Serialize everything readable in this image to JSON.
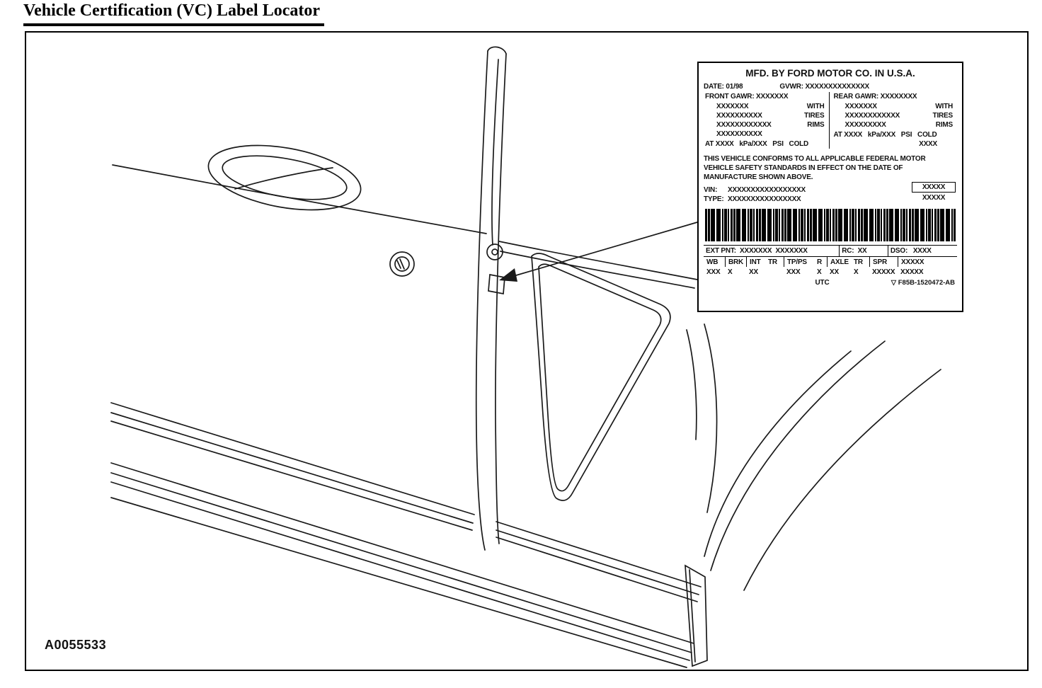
{
  "page": {
    "title": "Vehicle Certification (VC) Label Locator",
    "figure_code": "A0055533"
  },
  "vc_label": {
    "header": "MFD. BY FORD MOTOR CO. IN U.S.A.",
    "date_label": "DATE:",
    "date_value": " 01/98",
    "gvwr_label": "GVWR:",
    "gvwr_value": " XXXXXXXXXXXXXX",
    "front_axle": {
      "gawr_label": "FRONT GAWR:",
      "gawr_value": " XXXXXXX",
      "lines": [
        "XXXXXXX",
        "XXXXXXXXXX",
        "XXXXXXXXXXXX",
        "XXXXXXXXXX"
      ],
      "words": [
        "WITH",
        "TIRES",
        "RIMS"
      ],
      "pressure": "AT XXXX   kPa/XXX   PSI   COLD"
    },
    "rear_axle": {
      "gawr_label": "REAR GAWR:",
      "gawr_value": " XXXXXXXX",
      "lines": [
        "XXXXXXX",
        "XXXXXXXXXXXX",
        "XXXXXXXXX"
      ],
      "words": [
        "WITH",
        "TIRES",
        "RIMS"
      ],
      "pressure": "AT XXXX   kPa/XXX   PSI   COLD",
      "extra": "XXXX"
    },
    "conformity": [
      "THIS VEHICLE CONFORMS TO ALL APPLICABLE FEDERAL MOTOR",
      "VEHICLE SAFETY STANDARDS IN EFFECT ON THE DATE OF",
      "MANUFACTURE SHOWN ABOVE."
    ],
    "vin_label": "VIN:",
    "vin_value": "XXXXXXXXXXXXXXXXX",
    "type_label": "TYPE:",
    "type_value": "XXXXXXXXXXXXXXXX",
    "code_box": [
      "XXXXX",
      "XXXXX"
    ],
    "codes_row": [
      "EXT PNT:  XXXXXXX  XXXXXXX",
      "RC:  XX",
      "DSO:   XXXX"
    ],
    "spec_headers": [
      "WB",
      "BRK",
      "INT",
      "TR",
      "TP/PS",
      "R",
      "AXLE",
      "TR",
      "SPR",
      "XXXXX"
    ],
    "spec_values": [
      "XXX",
      "X",
      "XX",
      "",
      "XXX",
      "X",
      "XX",
      "X",
      "XXXXX",
      "XXXXX"
    ],
    "utc": "UTC",
    "part_number": "▽ F85B-1520472-AB"
  }
}
